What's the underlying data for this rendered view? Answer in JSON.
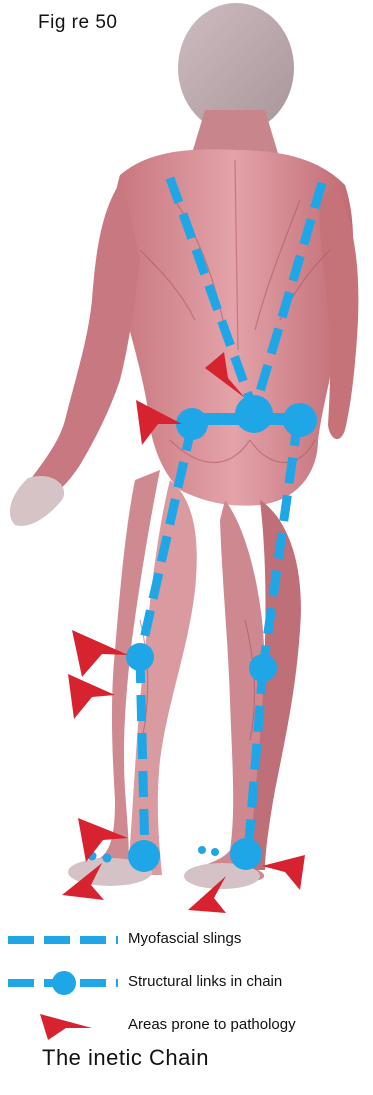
{
  "figure_label": "Fig re 50",
  "legend": {
    "slings": "Myofascial slings",
    "links": "Structural links in chain",
    "pathology": "Areas prone to pathology"
  },
  "caption": "The  inetic Chain",
  "colors": {
    "sling_blue": "#1ea6e6",
    "arrow_red": "#d7232f",
    "muscle_pink": "#d98f96",
    "muscle_dark": "#b9646c",
    "skin": "#d9c8cc"
  }
}
